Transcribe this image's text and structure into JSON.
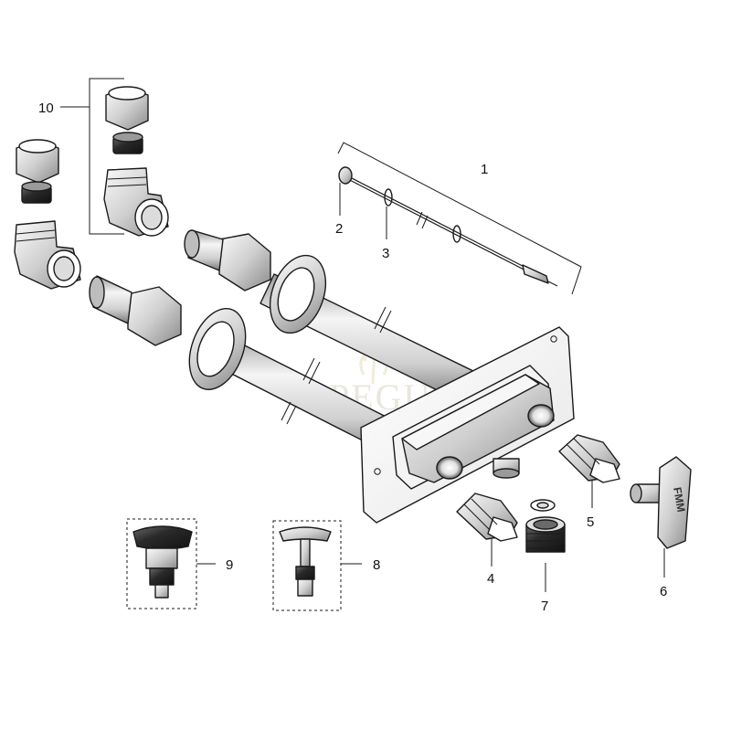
{
  "watermark": "PEGU",
  "callouts": {
    "c1": "1",
    "c2": "2",
    "c3": "3",
    "c4": "4",
    "c5": "5",
    "c6": "6",
    "c7": "7",
    "c8": "8",
    "c9": "9",
    "c10": "10"
  },
  "key_lettering": "FMM",
  "colors": {
    "line": "#1a1a1a",
    "metal_light": "#f2f2f2",
    "metal_mid": "#cfcfcf",
    "metal_dark": "#8a8a8a",
    "metal_black": "#222222",
    "background": "#ffffff"
  }
}
